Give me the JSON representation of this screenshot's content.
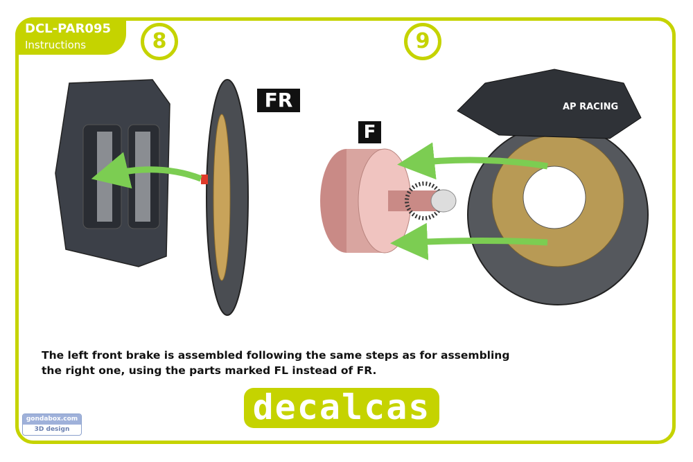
{
  "header": {
    "code": "DCL-PAR095",
    "subtitle": "Instructions"
  },
  "steps": [
    {
      "number": "8",
      "part_tag": "FR"
    },
    {
      "number": "9",
      "part_tag": "F"
    }
  ],
  "caliper_brand": "AP RACING",
  "description": [
    "The left front brake is assembled following the same steps as for assembling",
    "the right one, using the parts marked FL instead of FR."
  ],
  "footer": {
    "logo": "decalcas",
    "badge_top": "gondabox.com",
    "badge_bottom": "3D design"
  },
  "colors": {
    "accent": "#c5d300",
    "arrow": "#7ccd52"
  }
}
